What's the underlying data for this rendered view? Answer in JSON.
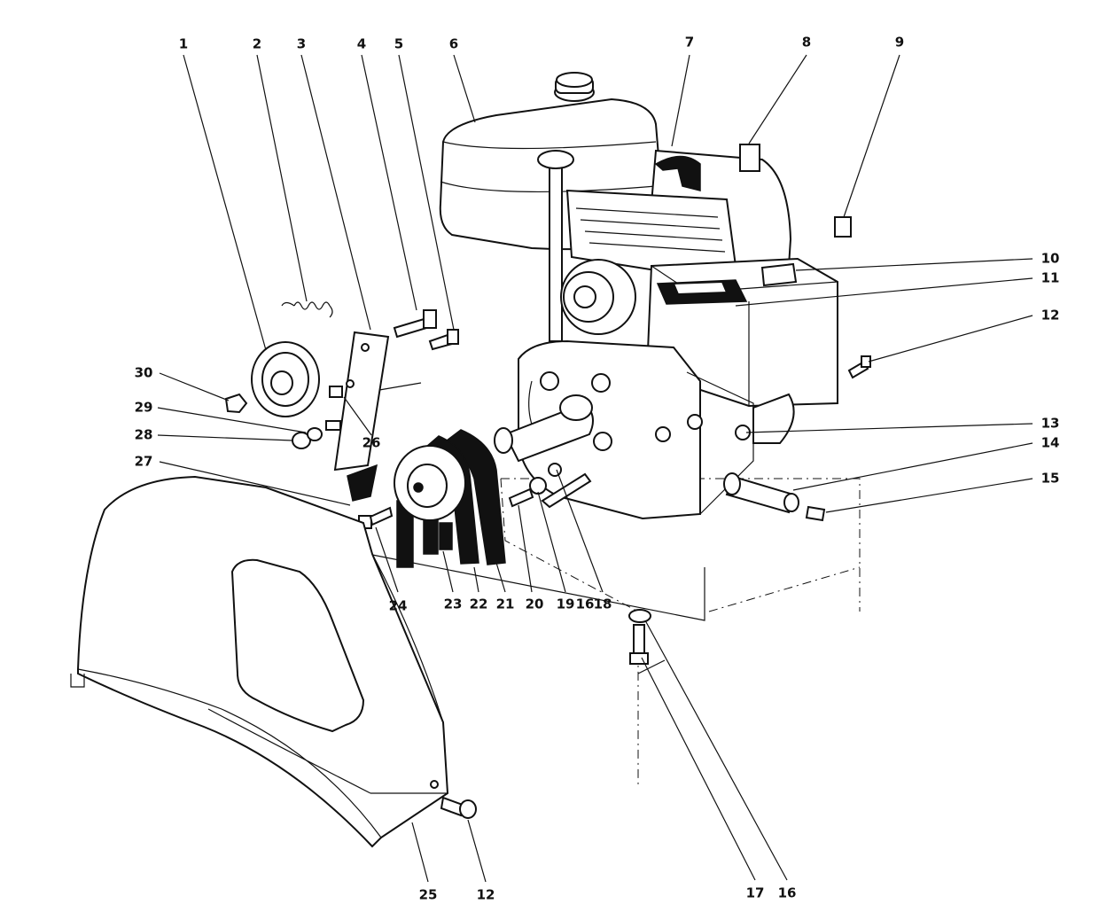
{
  "callouts": [
    "1",
    "2",
    "3",
    "4",
    "5",
    "6",
    "7",
    "8",
    "9",
    "10",
    "11",
    "12",
    "13",
    "14",
    "15",
    "16",
    "17",
    "18",
    "19",
    "20",
    "21",
    "22",
    "23",
    "24",
    "25",
    "26",
    "27",
    "28",
    "29",
    "30"
  ],
  "colors": {
    "ink": "#111111",
    "paper": "#ffffff"
  }
}
